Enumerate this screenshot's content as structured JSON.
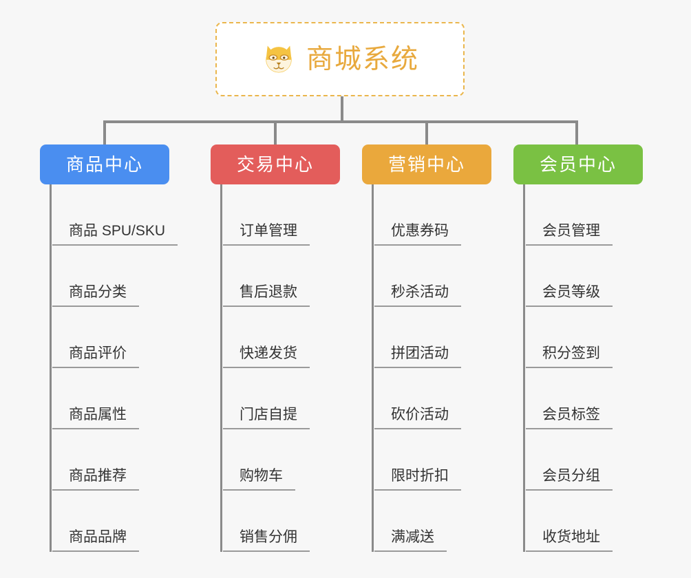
{
  "background_color": "#f7f7f7",
  "root": {
    "icon": "shiba-dog-face-icon",
    "title": "商城系统",
    "color": "#e8a93d",
    "border_color": "#eab64c"
  },
  "connector_color": "#8a8a8a",
  "columns": [
    {
      "id": "product-center",
      "label": "商品中心",
      "color": "#4a8ef0",
      "items": [
        "商品 SPU/SKU",
        "商品分类",
        "商品评价",
        "商品属性",
        "商品推荐",
        "商品品牌"
      ]
    },
    {
      "id": "trade-center",
      "label": "交易中心",
      "color": "#e35d5b",
      "items": [
        "订单管理",
        "售后退款",
        "快递发货",
        "门店自提",
        "购物车",
        "销售分佣"
      ]
    },
    {
      "id": "marketing-center",
      "label": "营销中心",
      "color": "#eaa83c",
      "items": [
        "优惠券码",
        "秒杀活动",
        "拼团活动",
        "砍价活动",
        "限时折扣",
        "满减送"
      ]
    },
    {
      "id": "member-center",
      "label": "会员中心",
      "color": "#7ac143",
      "items": [
        "会员管理",
        "会员等级",
        "积分签到",
        "会员标签",
        "会员分组",
        "收货地址"
      ]
    }
  ]
}
